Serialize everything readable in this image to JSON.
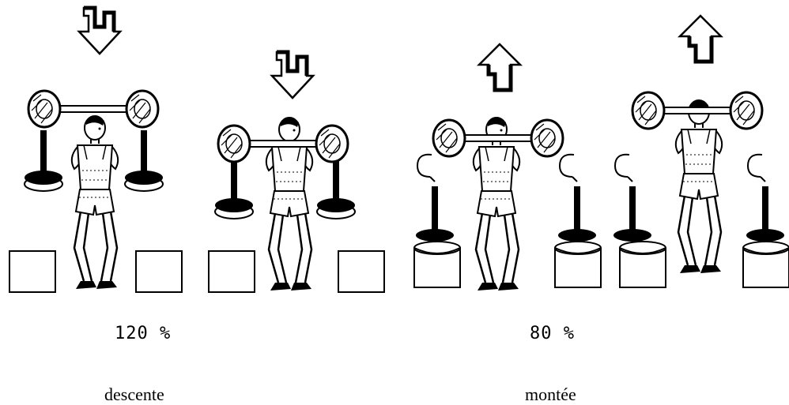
{
  "panels": [
    {
      "id": "descente",
      "percent_label": "120 %",
      "phase_label": "descente",
      "arrow": "down-arrow-icon"
    },
    {
      "id": "montee",
      "percent_label": "80 %",
      "phase_label": "montée",
      "arrow": "up-arrow-icon"
    }
  ],
  "colors": {
    "ink": "#000000",
    "background": "#ffffff"
  }
}
